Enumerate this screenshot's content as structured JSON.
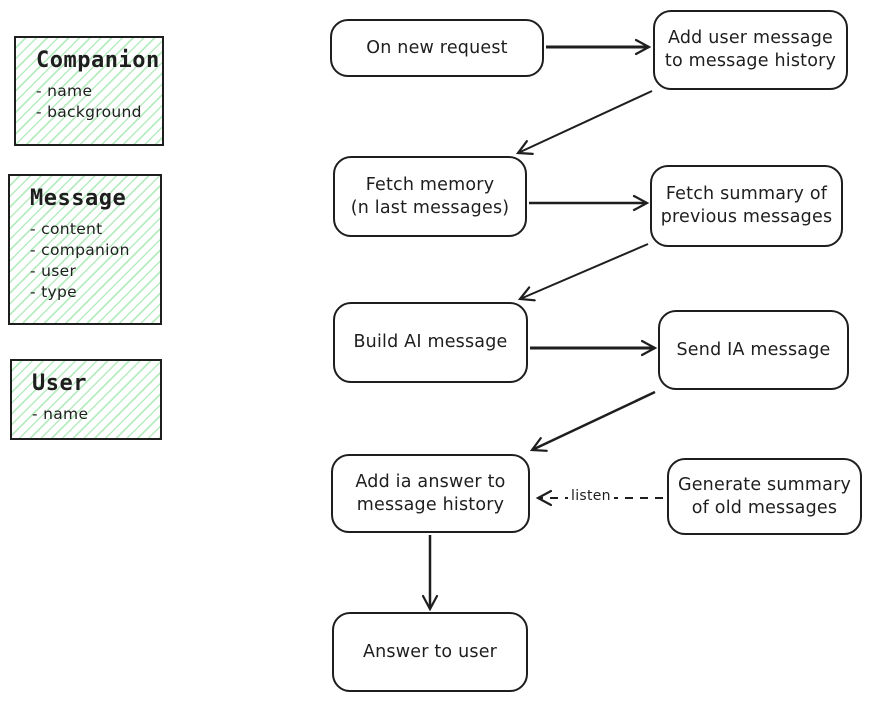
{
  "canvas": {
    "background": "#ffffff",
    "stroke_color": "#1e1e1e",
    "hatch_color": "#b7ecc0"
  },
  "entities": [
    {
      "name": "Companion",
      "fields": [
        "- name",
        "- background"
      ]
    },
    {
      "name": "Message",
      "fields": [
        "- content",
        "- companion",
        "- user",
        "- type"
      ]
    },
    {
      "name": "User",
      "fields": [
        "- name"
      ]
    }
  ],
  "flow": {
    "nodes": [
      {
        "label": "On new request"
      },
      {
        "label": "Add user message\nto message history"
      },
      {
        "label": "Fetch memory\n(n last messages)"
      },
      {
        "label": "Fetch summary of\nprevious messages"
      },
      {
        "label": "Build AI message"
      },
      {
        "label": "Send IA message"
      },
      {
        "label": "Add ia answer to\nmessage history"
      },
      {
        "label": "Generate summary\nof old messages"
      },
      {
        "label": "Answer to user"
      }
    ],
    "edge_label": "listen"
  }
}
